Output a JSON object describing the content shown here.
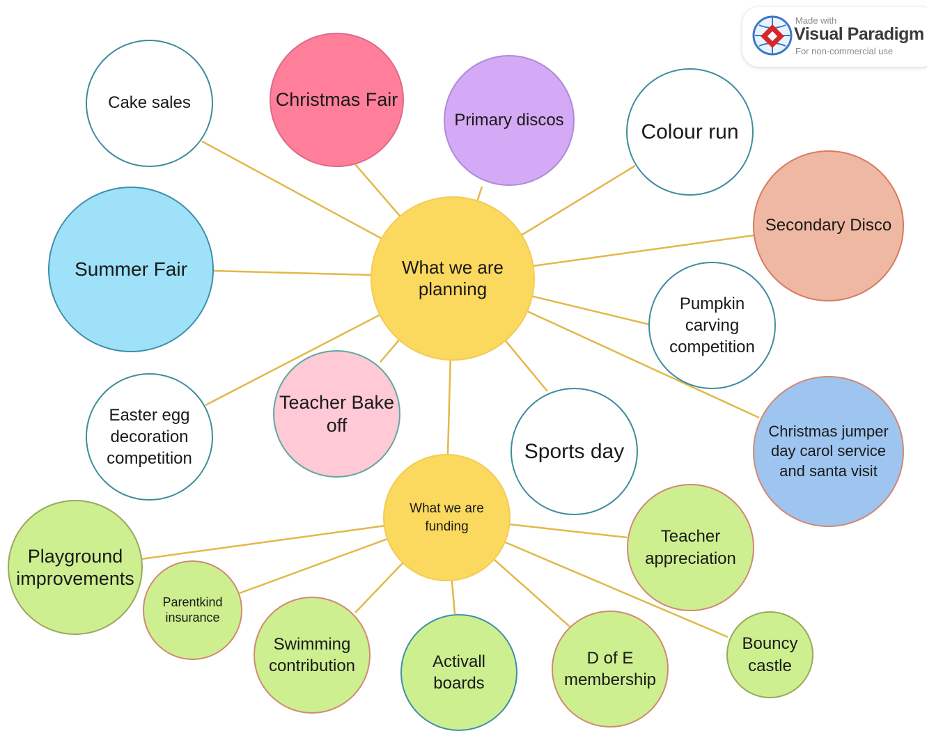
{
  "badge": {
    "made_with": "Made with",
    "brand": "Visual Paradigm",
    "note": "For non-commercial use"
  },
  "hubs": {
    "planning": "What we are planning",
    "funding": "What we are funding"
  },
  "planning_items": {
    "cake_sales": "Cake sales",
    "christmas_fair": "Christmas Fair",
    "primary_discos": "Primary discos",
    "colour_run": "Colour run",
    "secondary_disco": "Secondary Disco",
    "summer_fair": "Summer Fair",
    "pumpkin_carving": "Pumpkin carving competition",
    "easter_egg": "Easter egg decoration competition",
    "teacher_bake_off": "Teacher Bake off",
    "sports_day": "Sports day",
    "christmas_jumper": "Christmas jumper day carol service and santa visit"
  },
  "funding_items": {
    "playground": "Playground improvements",
    "parentkind": "Parentkind insurance",
    "swimming": "Swimming contribution",
    "activall": "Activall boards",
    "dofe": "D of E membership",
    "teacher_appreciation": "Teacher appreciation",
    "bouncy_castle": "Bouncy castle"
  },
  "colors": {
    "connector": "#e2b84a",
    "hub_fill": "#fbd85e",
    "funding_fill": "#cdef90",
    "christmas_fair": "#ff7f9a",
    "primary_discos": "#d4a9f5",
    "secondary_disco": "#efb8a3",
    "summer_fair": "#9ee1f8",
    "teacher_bake_off": "#ffc9d6",
    "christmas_jumper": "#9ec5ef"
  }
}
